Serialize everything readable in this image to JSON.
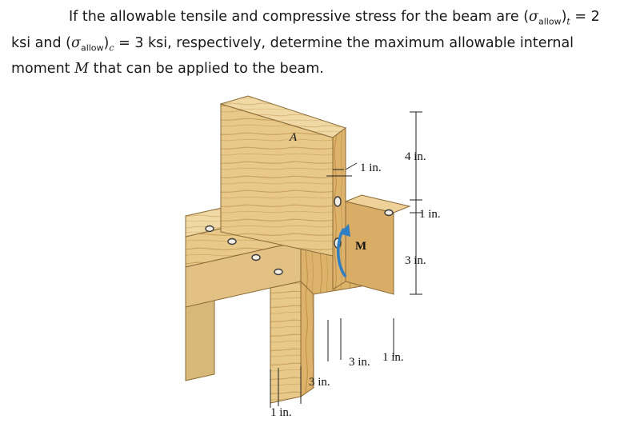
{
  "problem": {
    "part1": "If the allowable tensile and compressive stress for the beam are (",
    "sigma": "σ",
    "sub_allow": "allow",
    "paren_close": ")",
    "sub_t": "t",
    "part2": " = 2 ksi and (",
    "sub_c": "c",
    "part3": " = 3 ksi, respectively, determine the maximum allowable internal moment ",
    "M": "M",
    "part4": " that can be applied to the beam."
  },
  "figure": {
    "label_A": "A",
    "label_M": "M",
    "dims": {
      "flange_thickness": "1 in.",
      "top_height": "4 in.",
      "right_1in": "1 in.",
      "right_3in": "3 in.",
      "bottom_3in_right": "3 in.",
      "bottom_1in_right": "1 in.",
      "bottom_3in_left": "3 in.",
      "bottom_1in_left": "1 in."
    }
  },
  "colors": {
    "wood_light": "#ecd39a",
    "wood_mid": "#ddb873",
    "wood_dark": "#c89a52",
    "moment_arrow": "#2f7fc4"
  }
}
